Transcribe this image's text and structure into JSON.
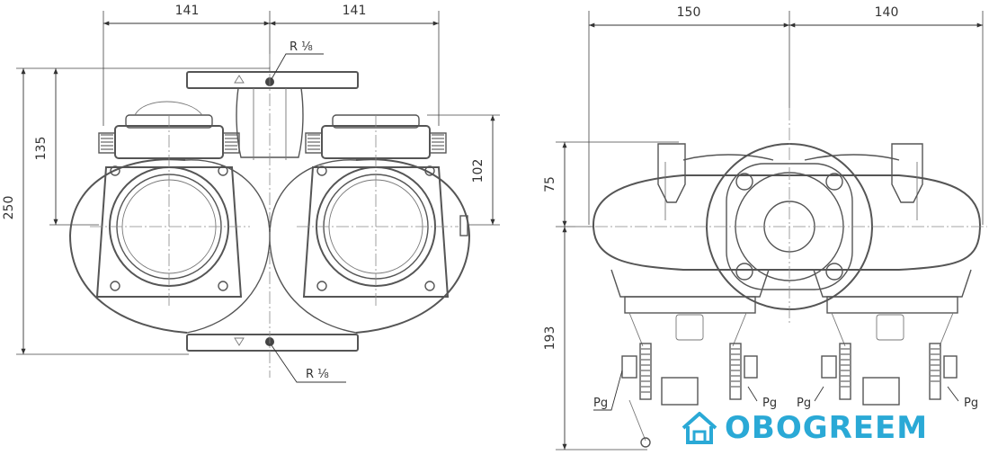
{
  "dimensions": {
    "left_width_a": "141",
    "left_width_b": "141",
    "left_height_total": "250",
    "left_height_inner": "135",
    "left_height_right": "102",
    "right_width_a": "150",
    "right_width_b": "140",
    "right_height_top": "75",
    "right_height_bottom": "193"
  },
  "labels": {
    "port_top": "R ⅛",
    "port_bottom": "R ⅛",
    "pg_1": "Pg",
    "pg_2": "Pg",
    "pg_3": "Pg",
    "pg_4": "Pg"
  },
  "brand": {
    "name": "OBOGREEM",
    "color": "#2aa9d6",
    "icon": "house-icon"
  }
}
